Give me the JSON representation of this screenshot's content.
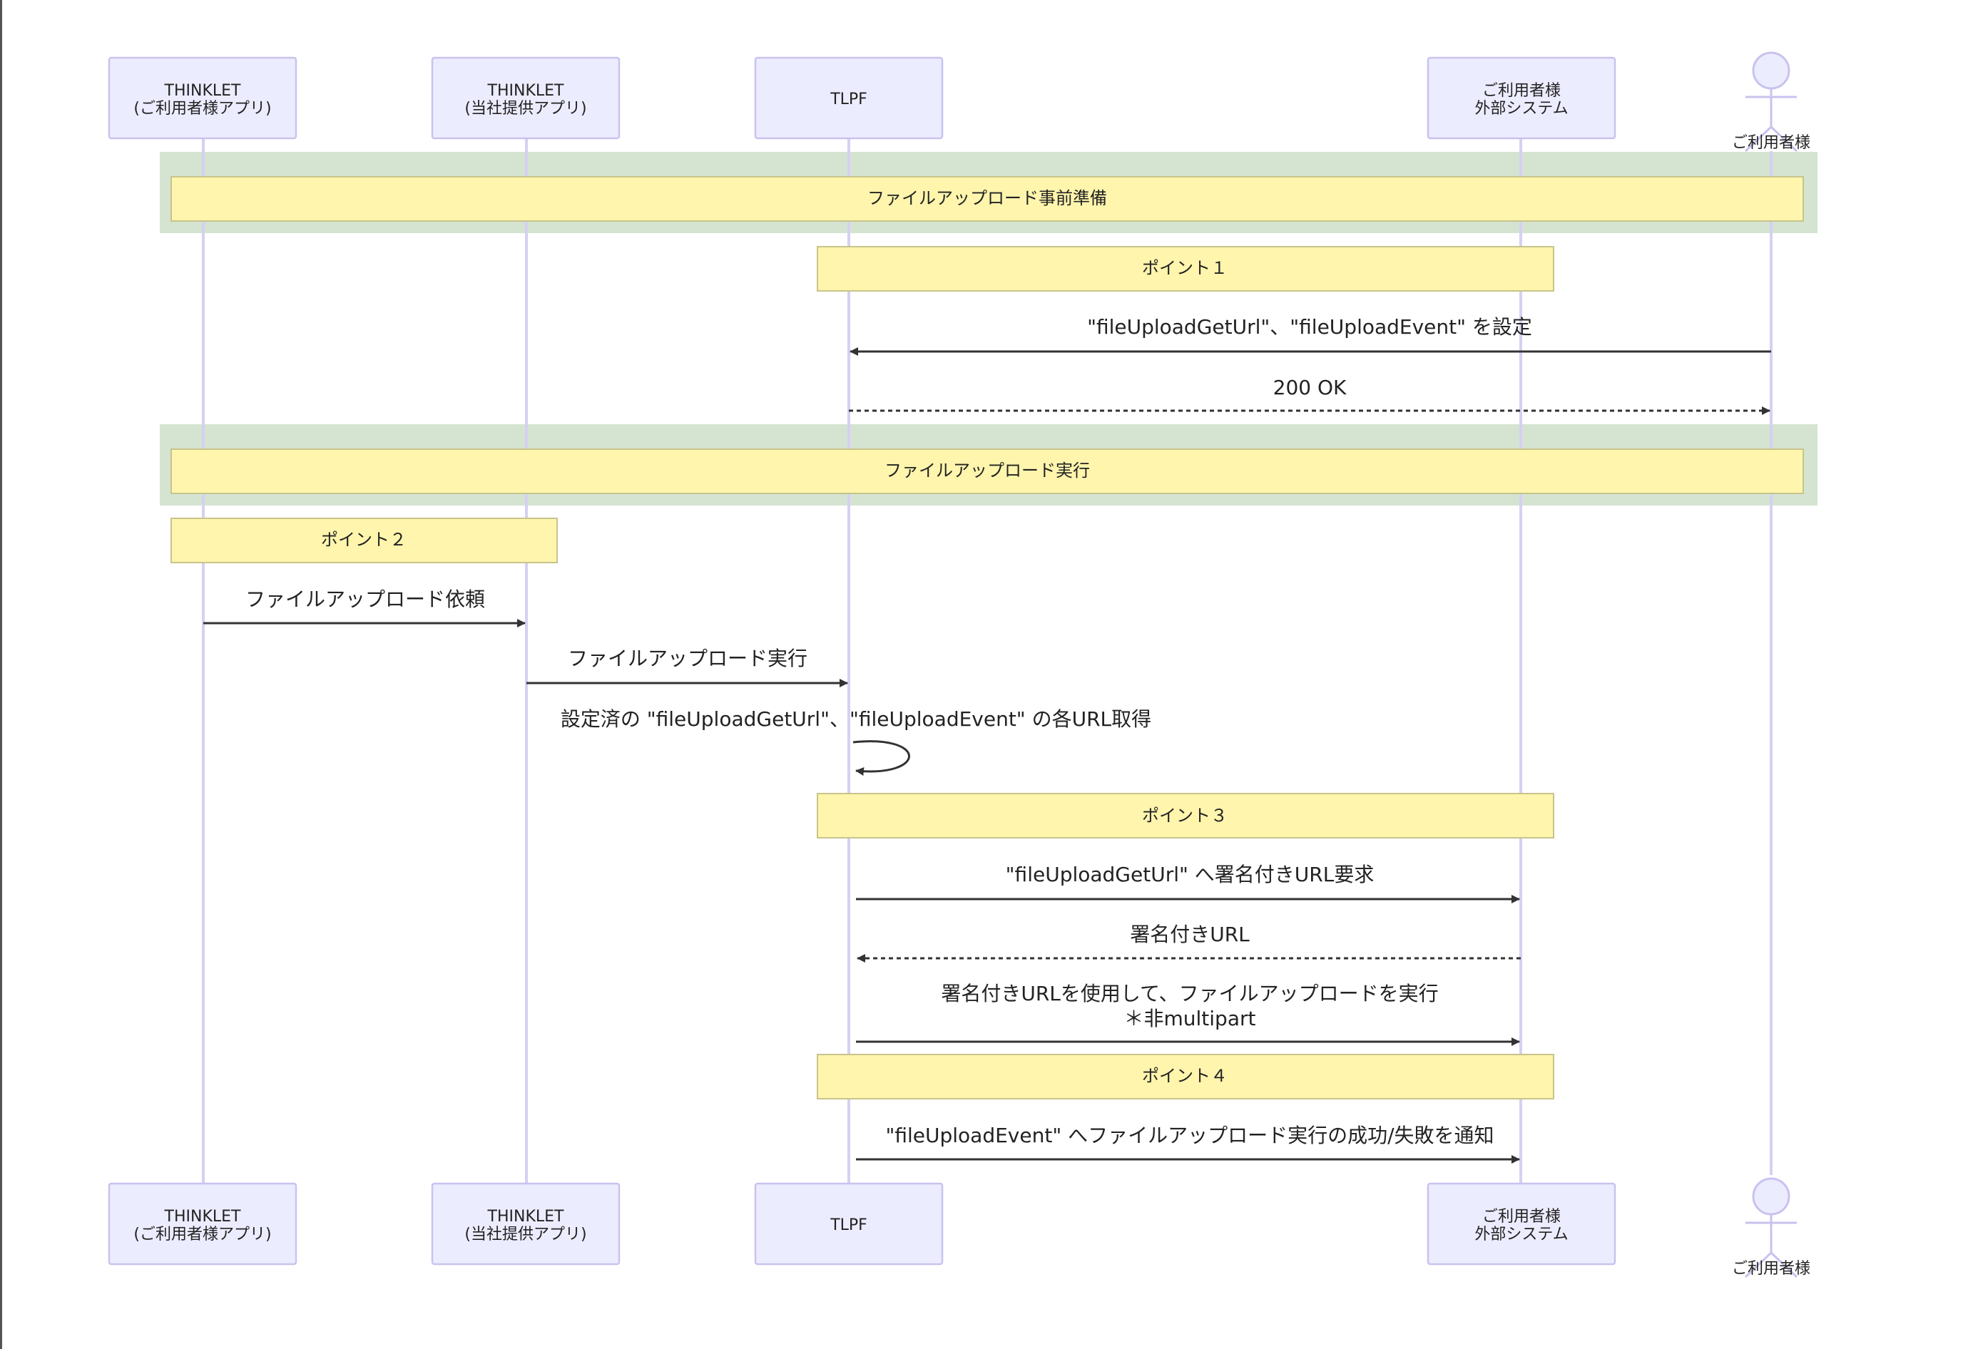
{
  "participants": [
    {
      "id": "p1",
      "lines": [
        "THINKLET",
        "(ご利用者様アプリ)"
      ]
    },
    {
      "id": "p2",
      "lines": [
        "THINKLET",
        "(当社提供アプリ)"
      ]
    },
    {
      "id": "p3",
      "lines": [
        "TLPF"
      ]
    },
    {
      "id": "p4",
      "lines": [
        "ご利用者様",
        "外部システム"
      ]
    },
    {
      "id": "p5",
      "lines": [
        "ご利用者様"
      ],
      "kind": "actor"
    }
  ],
  "sections": [
    {
      "label": "ファイルアップロード事前準備"
    },
    {
      "label": "ファイルアップロード実行"
    }
  ],
  "notes": [
    {
      "label": "ポイント１"
    },
    {
      "label": "ポイント２"
    },
    {
      "label": "ポイント３"
    },
    {
      "label": "ポイント４"
    }
  ],
  "messages": [
    {
      "from": "p5",
      "to": "p3",
      "style": "solid",
      "lines": [
        "\"fileUploadGetUrl\"、\"fileUploadEvent\" を設定"
      ]
    },
    {
      "from": "p3",
      "to": "p5",
      "style": "dotted",
      "lines": [
        "200 OK"
      ]
    },
    {
      "from": "p1",
      "to": "p2",
      "style": "solid",
      "lines": [
        "ファイルアップロード依頼"
      ]
    },
    {
      "from": "p2",
      "to": "p3",
      "style": "solid",
      "lines": [
        "ファイルアップロード実行"
      ]
    },
    {
      "from": "p3",
      "to": "p3",
      "style": "solid",
      "lines": [
        "設定済の \"fileUploadGetUrl\"、\"fileUploadEvent\" の各URL取得"
      ]
    },
    {
      "from": "p3",
      "to": "p4",
      "style": "solid",
      "lines": [
        "\"fileUploadGetUrl\" へ署名付きURL要求"
      ]
    },
    {
      "from": "p4",
      "to": "p3",
      "style": "dotted",
      "lines": [
        "署名付きURL"
      ]
    },
    {
      "from": "p3",
      "to": "p4",
      "style": "solid",
      "lines": [
        "署名付きURLを使用して、ファイルアップロードを実行",
        "＊非multipart"
      ]
    },
    {
      "from": "p3",
      "to": "p4",
      "style": "solid",
      "lines": [
        "\"fileUploadEvent\" へファイルアップロード実行の成功/失敗を通知"
      ]
    }
  ],
  "colors": {
    "actor_fill": "#ECECFF",
    "actor_stroke": "#C9C2EE",
    "lifeline": "#D6D0F2",
    "note_fill": "#FFF5AD",
    "section_fill": "#D5E3D1",
    "arrow": "#333333"
  }
}
